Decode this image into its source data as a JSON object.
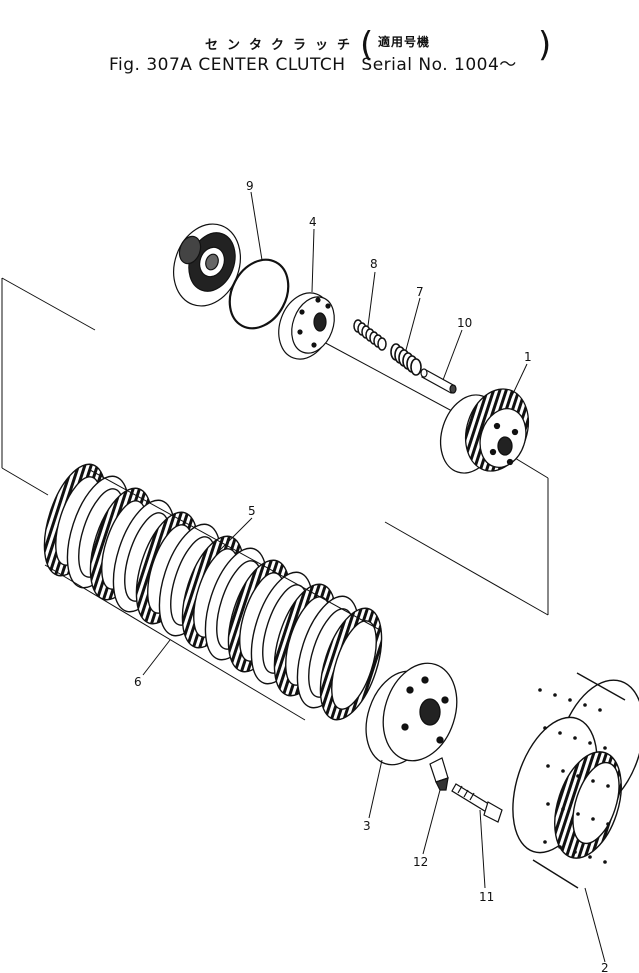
{
  "title": {
    "japanese": "センタクラッチ",
    "applicability_japanese": "適用号機",
    "english": "Fig. 307A CENTER CLUTCH",
    "serial": "Serial No. 1004～"
  },
  "callouts": [
    "1",
    "2",
    "3",
    "4",
    "5",
    "6",
    "7",
    "8",
    "9",
    "10",
    "11",
    "12"
  ]
}
